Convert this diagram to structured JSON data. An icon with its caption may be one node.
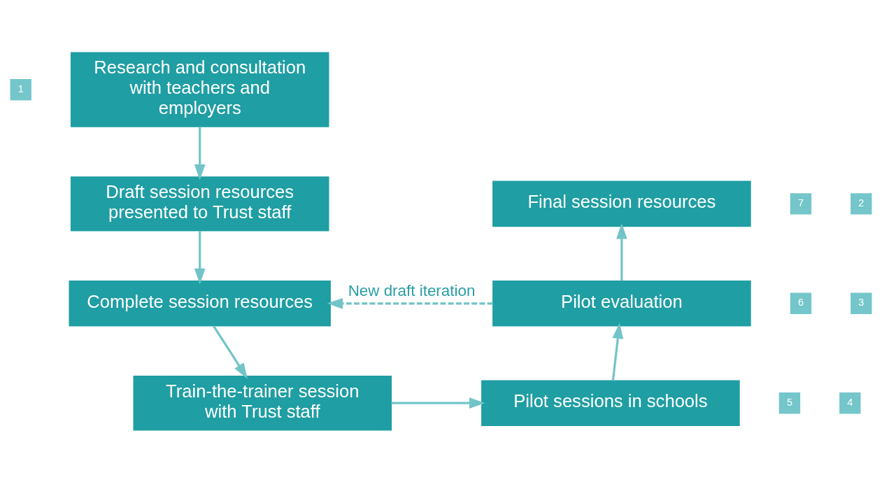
{
  "diagram": {
    "nodes": [
      {
        "text": [
          "1"
        ]
      },
      {
        "text": [
          "Research and consultation with teachers and employers"
        ]
      },
      {
        "text": [
          "7"
        ]
      },
      {
        "text": [
          "Final session resources"
        ]
      },
      {
        "text": [
          "2"
        ]
      },
      {
        "text": [
          "Draft session resources presented to Trust staff"
        ]
      },
      {
        "text": [
          "6"
        ]
      },
      {
        "text": [
          "Pilot evaluation"
        ]
      },
      {
        "text": [
          "3"
        ]
      },
      {
        "text": [
          "Complete session resources"
        ]
      },
      {
        "text": [
          "5"
        ]
      },
      {
        "text": [
          "Pilot sessions in schools"
        ]
      },
      {
        "text": [
          "4"
        ]
      },
      {
        "text": [
          "Train-the-trainer session with Trust staff"
        ]
      }
    ],
    "edges": [
      {
        "from": 1,
        "to": 5,
        "arrow": "to"
      },
      {
        "from": 5,
        "to": 9,
        "arrow": "to"
      },
      {
        "from": 9,
        "to": 13,
        "arrow": "to"
      },
      {
        "from": 13,
        "to": 11,
        "arrow": "to"
      },
      {
        "from": 11,
        "to": 7,
        "arrow": "to"
      },
      {
        "from": 7,
        "to": 3,
        "arrow": "to"
      },
      {
        "from": 7,
        "to": 9,
        "arrow": "to",
        "style": "dashed",
        "label": "New draft iteration"
      }
    ]
  }
}
